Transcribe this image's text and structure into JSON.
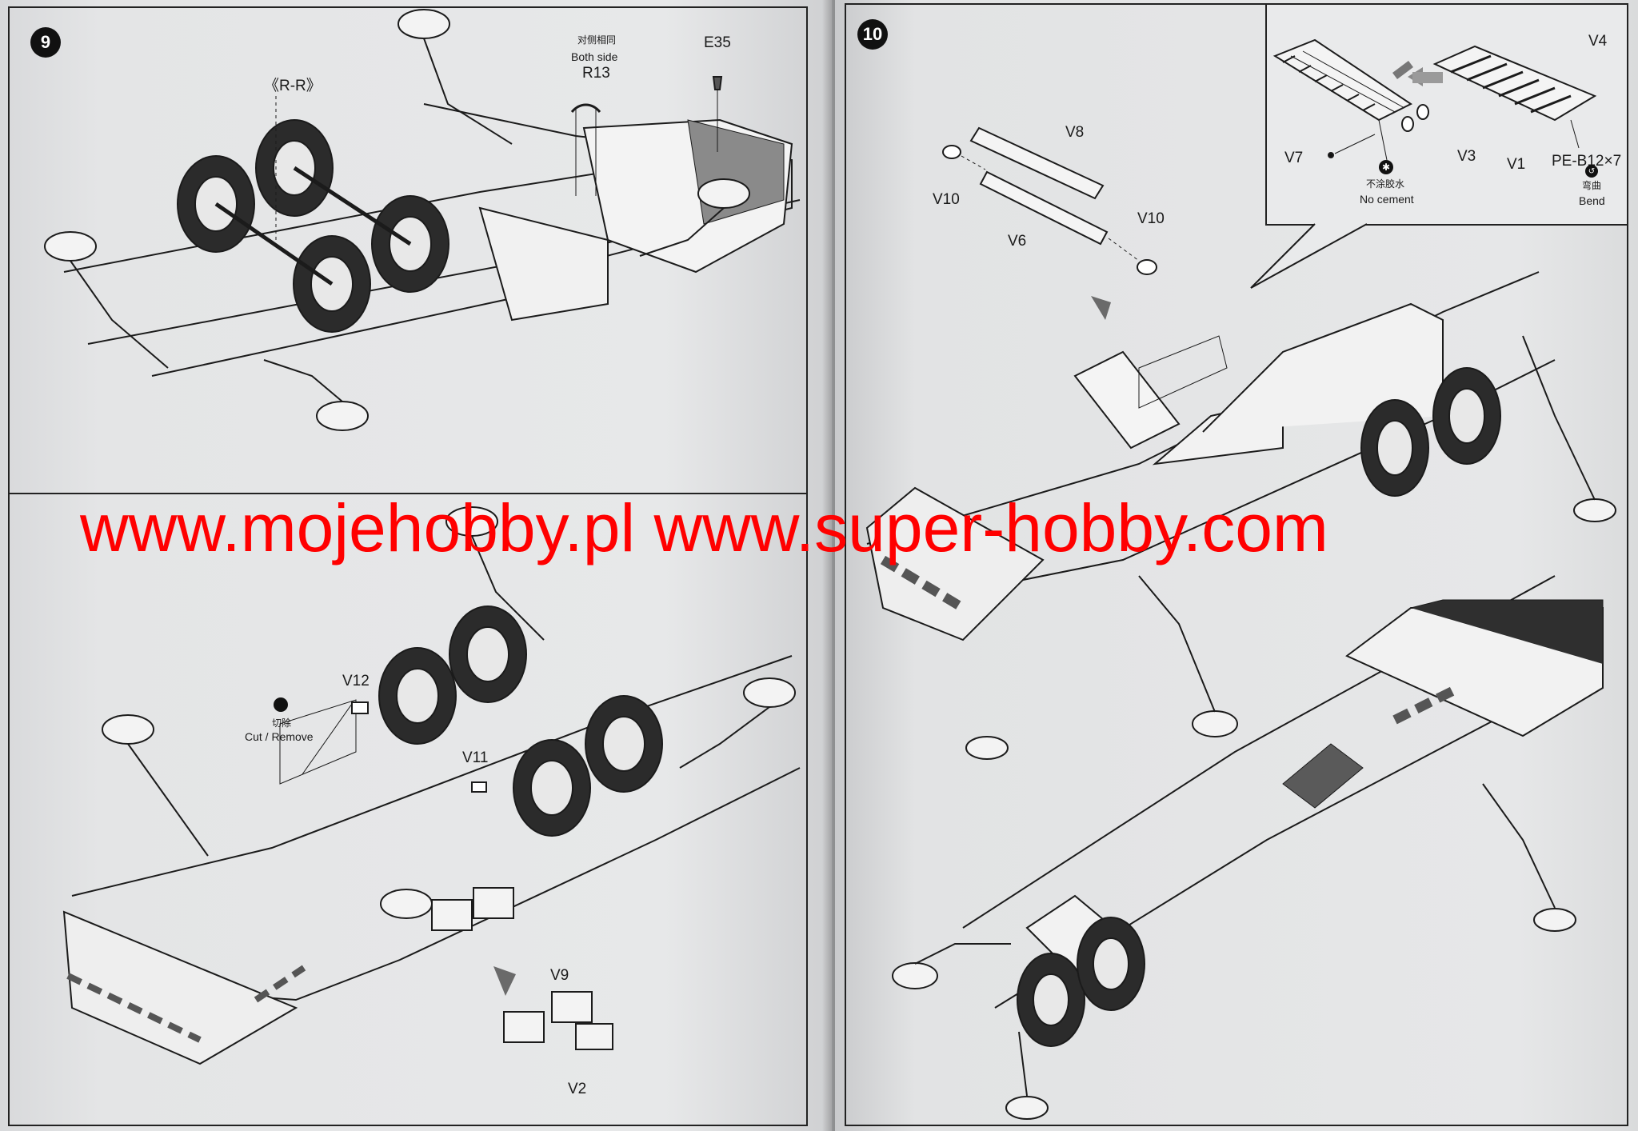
{
  "document": {
    "left_page": {
      "step_upper": "9",
      "upper": {
        "rr_label": "《R-R》",
        "both_side_cn": "对侧相同",
        "both_side_en": "Both side",
        "r13": "R13",
        "e35": "E35"
      },
      "lower": {
        "cut_cn": "切除",
        "cut_en": "Cut / Remove",
        "v12": "V12",
        "v11": "V11",
        "v9": "V9",
        "v2": "V2"
      }
    },
    "right_page": {
      "step": "10",
      "parts": {
        "v8": "V8",
        "v10_left": "V10",
        "v10_right": "V10",
        "v6": "V6"
      },
      "callout": {
        "v4": "V4",
        "v7": "V7",
        "v3": "V3",
        "v1": "V1",
        "pe": "PE-B12×7",
        "no_cement_cn": "不涂胶水",
        "no_cement_en": "No cement",
        "bend_cn": "弯曲",
        "bend_en": "Bend"
      }
    }
  },
  "watermark": {
    "text": "www.mojehobby.pl www.super-hobby.com",
    "color": "#ff0000"
  },
  "icons": [
    "no-cement-icon",
    "bend-icon",
    "cut-icon",
    "direction-arrow-icon"
  ]
}
